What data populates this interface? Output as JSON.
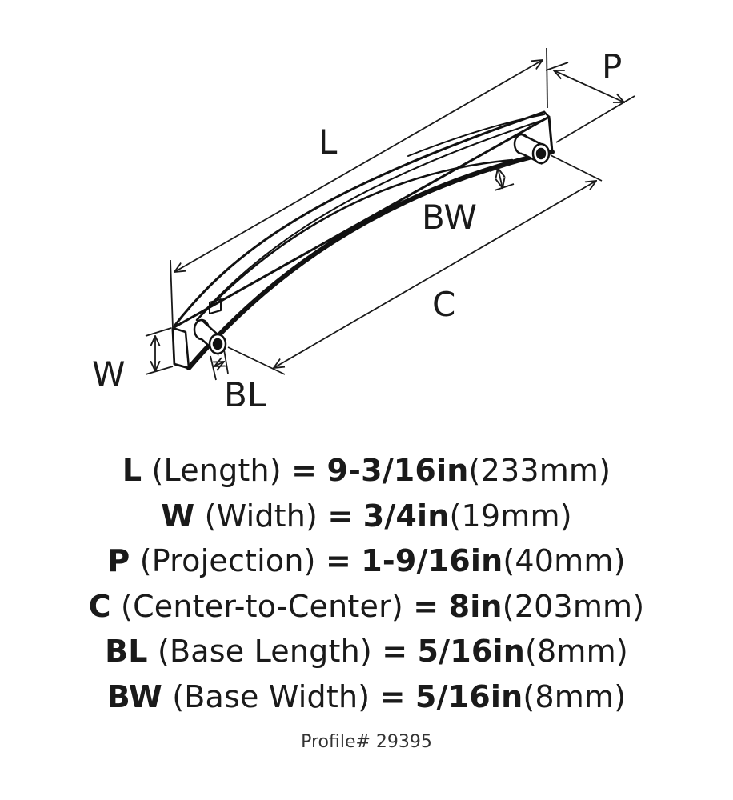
{
  "diagram": {
    "labels": {
      "L": "L",
      "P": "P",
      "BW": "BW",
      "C": "C",
      "W": "W",
      "BL": "BL"
    }
  },
  "specs": [
    {
      "abbr": "L",
      "name": "(Length)",
      "eq": "=",
      "value": "9-3/16in",
      "metric": "(233mm)"
    },
    {
      "abbr": "W",
      "name": "(Width)",
      "eq": "=",
      "value": "3/4in",
      "metric": "(19mm)"
    },
    {
      "abbr": "P",
      "name": "(Projection)",
      "eq": "=",
      "value": "1-9/16in",
      "metric": "(40mm)"
    },
    {
      "abbr": "C",
      "name": "(Center-to-Center)",
      "eq": "=",
      "value": "8in",
      "metric": "(203mm)"
    },
    {
      "abbr": "BL",
      "name": "(Base Length)",
      "eq": "=",
      "value": "5/16in",
      "metric": "(8mm)"
    },
    {
      "abbr": "BW",
      "name": "(Base Width)",
      "eq": "=",
      "value": "5/16in",
      "metric": "(8mm)"
    }
  ],
  "profile": "Profile# 29395"
}
